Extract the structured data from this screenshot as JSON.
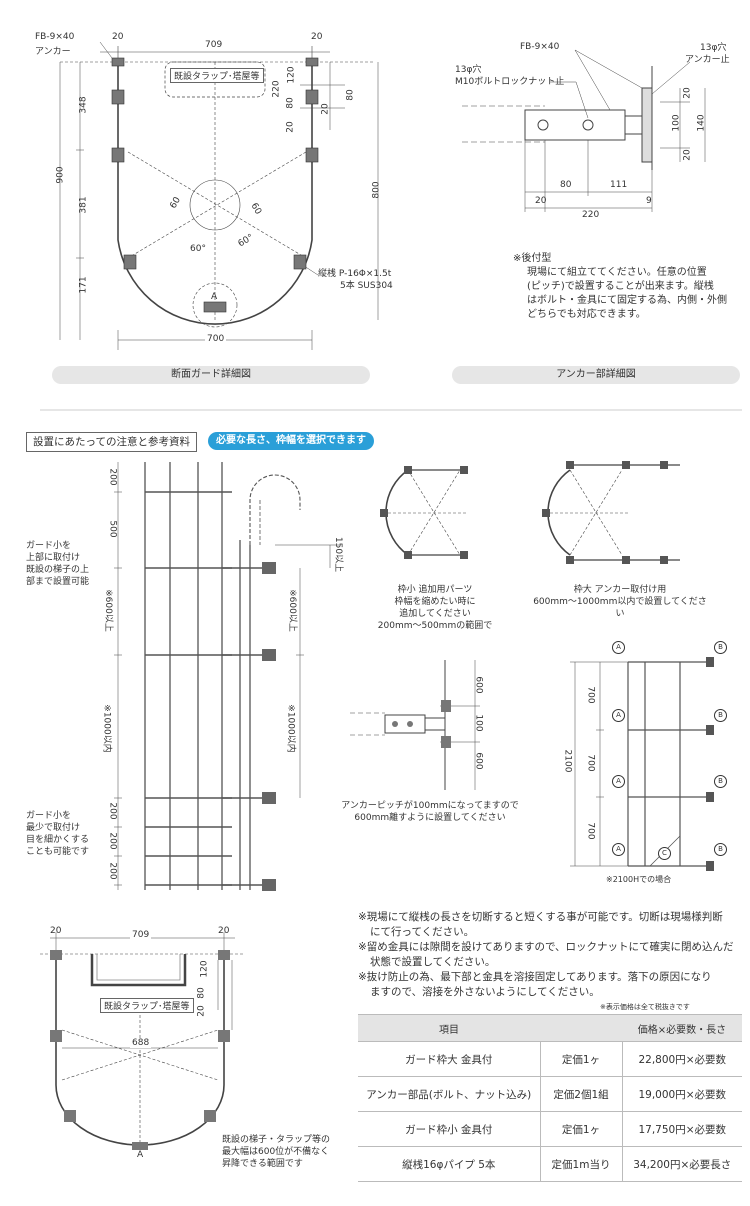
{
  "section1": {
    "left": {
      "fb": "FB-9×40",
      "anchor": "アンカー",
      "w20a": "20",
      "w709": "709",
      "w20b": "20",
      "existing": "既設タラップ･塔屋等",
      "d220": "220",
      "d120": "120",
      "d80a": "80",
      "d20": "20",
      "d80b": "80",
      "d20b": "20",
      "h348": "348",
      "h900": "900",
      "h381": "381",
      "h171": "171",
      "h800": "800",
      "ang60a": "60",
      "ang60b": "60",
      "ang60c": "60°",
      "ang60d": "60°",
      "pointA": "A",
      "w700": "700",
      "rung1": "縦桟 P-16Φ×1.5t",
      "rung2": "5本 SUS304",
      "caption": "断面ガード詳細図"
    },
    "right": {
      "fb": "FB-9×40",
      "hole": "13φ穴",
      "anchor": "アンカー止",
      "hole2": "13φ穴",
      "bolt": "M10ボルトロックナット止",
      "d20a": "20",
      "d100": "100",
      "d20b": "20",
      "d140": "140",
      "d80": "80",
      "d111": "111",
      "d20c": "20",
      "d9": "9",
      "d220": "220",
      "caption": "アンカー部詳細図",
      "note_title": "※後付型",
      "note_lines": [
        "現場にて組立ててください。任意の位置",
        "(ピッチ)で設置することが出来ます。縦桟",
        "はボルト・金具にて固定する為、内側・外側",
        "どちらでも対応できます。"
      ]
    }
  },
  "section2": {
    "header": "設置にあたっての注意と参考資料",
    "badge": "必要な長さ、枠幅を選択できます",
    "ladder_dims": [
      "200",
      "500",
      "※600以上",
      "※1000以内",
      "200",
      "200",
      "200"
    ],
    "side_dims": [
      "150以上",
      "※600以上",
      "※1000以内"
    ],
    "left_note1": [
      "ガード小を",
      "上部に取付け",
      "既設の梯子の上",
      "部まで設置可能"
    ],
    "left_note2": [
      "ガード小を",
      "最少で取付け",
      "目を細かくする",
      "ことも可能です"
    ],
    "small_caption": [
      "枠小 追加用パーツ",
      "枠幅を縮めたい時に",
      "追加してください",
      "200mm〜500mmの範囲で"
    ],
    "large_caption": [
      "枠大 アンカー取付け用",
      "600mm〜1000mm以内で設置してください"
    ],
    "pitch_dims": [
      "600",
      "100",
      "600"
    ],
    "pitch_note": [
      "アンカーピッチが100mmになってますので",
      "600mm離すように設置してください"
    ],
    "side_total": "2100",
    "side_segments": [
      "700",
      "700",
      "700"
    ],
    "side_markers": [
      "A",
      "B",
      "C"
    ],
    "side_caption": "※2100Hでの場合"
  },
  "section3": {
    "w20a": "20",
    "w709": "709",
    "w20b": "20",
    "d120": "120",
    "d80": "80",
    "d20": "20",
    "existing": "既設タラップ･塔屋等",
    "w688": "688",
    "pointA": "A",
    "bottom_note": [
      "既設の梯子・タラップ等の",
      "最大幅は600位が不備なく",
      "昇降できる範囲です"
    ]
  },
  "notes": [
    "※現場にて縦桟の長さを切断すると短くする事が可能です。切断は現場様判断",
    "にて行ってください。",
    "※留め金具には隙間を設けてありますので、ロックナットにて確実に閉め込んだ",
    "状態で設置してください。",
    "※抜け防止の為、最下部と金具を溶接固定してあります。落下の原因になり",
    "ますので、溶接を外さないようにしてください。"
  ],
  "tax_note": "※表示価格は全て税抜きです",
  "table": {
    "headers": [
      "項目",
      "",
      "価格×必要数・長さ"
    ],
    "rows": [
      {
        "item": "ガード枠大 金具付",
        "unit": "定価1ヶ",
        "price": "22,800円×必要数"
      },
      {
        "item": "アンカー部品(ボルト、ナット込み)",
        "unit": "定価2個1組",
        "price": "19,000円×必要数"
      },
      {
        "item": "ガード枠小 金具付",
        "unit": "定価1ヶ",
        "price": "17,750円×必要数"
      },
      {
        "item": "縦桟16φパイプ 5本",
        "unit": "定価1m当り",
        "price": "34,200円×必要長さ"
      }
    ]
  }
}
